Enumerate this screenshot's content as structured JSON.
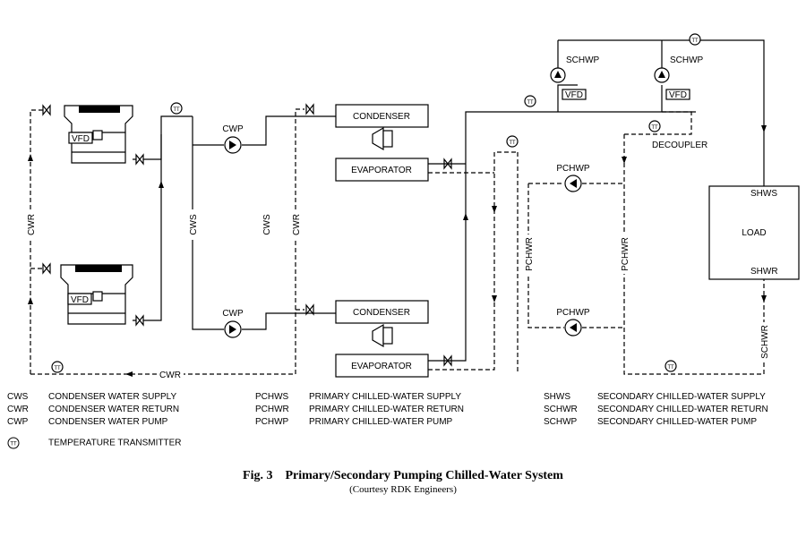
{
  "diagram": {
    "labels": {
      "vfd": "VFD",
      "tt": "TT",
      "cwp": "CWP",
      "cws": "CWS",
      "cwr": "CWR",
      "condenser": "CONDENSER",
      "evaporator": "EVAPORATOR",
      "schwp": "SCHWP",
      "pchwp": "PCHWP",
      "pchwr": "PCHWR",
      "decoupler": "DECOUPLER",
      "shws": "SHWS",
      "shwr": "SHWR",
      "load": "LOAD",
      "schwr": "SCHWR",
      "cwr_bottom": "CWR"
    }
  },
  "legend": {
    "columns": [
      {
        "items": [
          {
            "abbr": "CWS",
            "desc": "CONDENSER WATER SUPPLY"
          },
          {
            "abbr": "CWR",
            "desc": "CONDENSER WATER RETURN"
          },
          {
            "abbr": "CWP",
            "desc": "CONDENSER WATER PUMP"
          }
        ]
      },
      {
        "items": [
          {
            "abbr": "PCHWS",
            "desc": "PRIMARY CHILLED-WATER SUPPLY"
          },
          {
            "abbr": "PCHWR",
            "desc": "PRIMARY CHILLED-WATER RETURN"
          },
          {
            "abbr": "PCHWP",
            "desc": "PRIMARY CHILLED-WATER PUMP"
          }
        ]
      },
      {
        "items": [
          {
            "abbr": "SHWS",
            "desc": "SECONDARY CHILLED-WATER SUPPLY"
          },
          {
            "abbr": "SCHWR",
            "desc": "SECONDARY CHILLED-WATER RETURN"
          },
          {
            "abbr": "SCHWP",
            "desc": "SECONDARY CHILLED-WATER PUMP"
          }
        ]
      }
    ],
    "tt": {
      "symbol": "TT",
      "desc": "TEMPERATURE TRANSMITTER"
    }
  },
  "caption": {
    "title": "Fig. 3    Primary/Secondary Pumping Chilled-Water System",
    "subtitle": "(Courtesy RDK Engineers)"
  }
}
